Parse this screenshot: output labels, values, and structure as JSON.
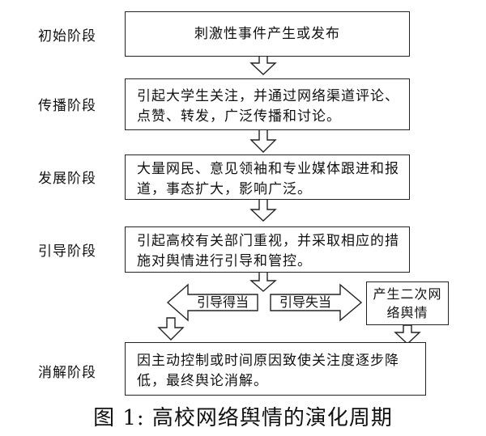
{
  "stages": [
    {
      "label": "初始阶段",
      "text": "刺激性事件产生或发布"
    },
    {
      "label": "传播阶段",
      "text": "引起大学生关注，并通过网络渠道评论、点赞、转发，广泛传播和讨论。"
    },
    {
      "label": "发展阶段",
      "text": "大量网民、意见领袖和专业媒体跟进和报道，事态扩大，影响广泛。"
    },
    {
      "label": "引导阶段",
      "text": "引起高校有关部门重视，并采取相应的措施对舆情进行引导和管控。"
    },
    {
      "label": "消解阶段",
      "text": "因主动控制或时间原因致使关注度逐步降低，最终舆论消解。"
    }
  ],
  "branches": {
    "left_label": "引导得当",
    "right_label": "引导失当",
    "secondary_box": "产生二次网络舆情"
  },
  "caption": "图 1: 高校网络舆情的演化周期"
}
